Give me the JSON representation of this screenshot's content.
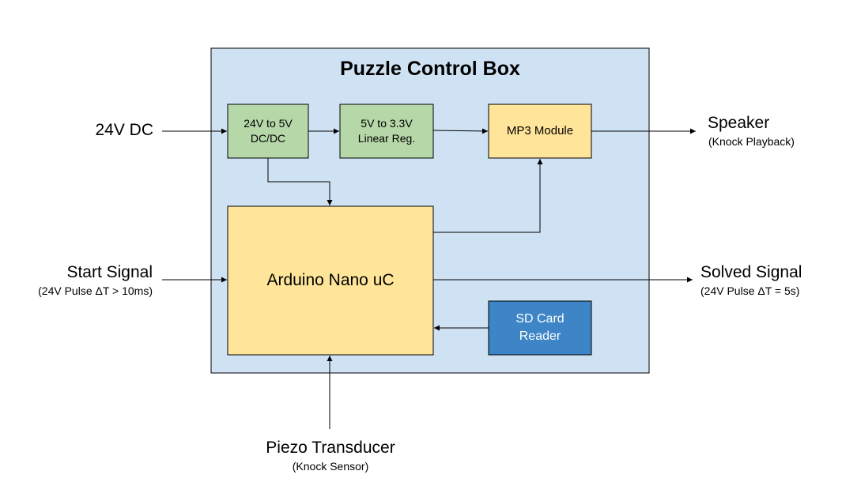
{
  "title": "Puzzle Control Box",
  "blocks": {
    "dcdc": [
      "24V to 5V",
      "DC/DC"
    ],
    "linear": [
      "5V to 3.3V",
      "Linear Reg."
    ],
    "mp3": "MP3 Module",
    "arduino": "Arduino Nano uC",
    "sd": [
      "SD Card",
      "Reader"
    ]
  },
  "externals": {
    "power": {
      "label": "24V DC"
    },
    "speaker": {
      "label": "Speaker",
      "sublabel": "(Knock Playback)"
    },
    "start": {
      "label": "Start Signal",
      "sublabel": "(24V Pulse ΔT > 10ms)"
    },
    "solved": {
      "label": "Solved Signal",
      "sublabel": "(24V Pulse ΔT = 5s)"
    },
    "piezo": {
      "label": "Piezo Transducer",
      "sublabel": "(Knock Sensor)"
    }
  },
  "colors": {
    "container_fill": "#cfe2f3",
    "power_fill": "#b6d7a8",
    "module_fill": "#ffe599",
    "sd_fill": "#3d85c6",
    "sd_text": "#ffffff",
    "line": "#000000"
  },
  "connections": [
    {
      "from": "24V DC",
      "to": "24V to 5V DC/DC"
    },
    {
      "from": "24V to 5V DC/DC",
      "to": "5V to 3.3V Linear Reg."
    },
    {
      "from": "5V to 3.3V Linear Reg.",
      "to": "MP3 Module"
    },
    {
      "from": "24V to 5V DC/DC",
      "to": "Arduino Nano uC"
    },
    {
      "from": "Arduino Nano uC",
      "to": "MP3 Module"
    },
    {
      "from": "MP3 Module",
      "to": "Speaker"
    },
    {
      "from": "Start Signal",
      "to": "Arduino Nano uC"
    },
    {
      "from": "Arduino Nano uC",
      "to": "Solved Signal"
    },
    {
      "from": "SD Card Reader",
      "to": "Arduino Nano uC"
    },
    {
      "from": "Piezo Transducer",
      "to": "Arduino Nano uC"
    }
  ]
}
